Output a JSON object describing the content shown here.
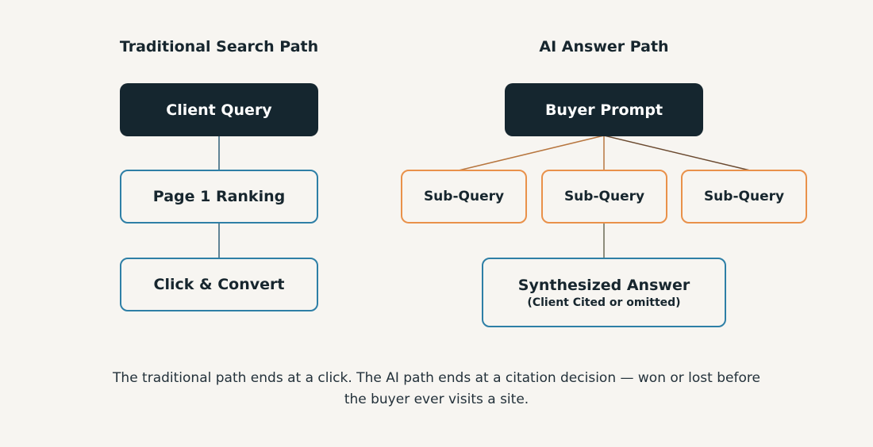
{
  "traditional": {
    "title": "Traditional Search Path",
    "nodes": {
      "client_query": "Client Query",
      "page_ranking": "Page 1 Ranking",
      "click_convert": "Click & Convert"
    }
  },
  "ai": {
    "title": "AI Answer Path",
    "nodes": {
      "buyer_prompt": "Buyer Prompt",
      "sub_query_1": "Sub-Query",
      "sub_query_2": "Sub-Query",
      "sub_query_3": "Sub-Query",
      "synthesized_answer": "Synthesized Answer",
      "synthesized_note": "(Client Cited or omitted)"
    }
  },
  "caption": {
    "line1": "The traditional path ends at a click. The AI path ends at a citation decision — won or lost before",
    "line2": "the buyer ever visits a site."
  },
  "colors": {
    "background": "#f7f5f1",
    "dark_node": "#15262f",
    "blue_border": "#2e7fa6",
    "orange_border": "#e9914a",
    "connector_dark": "#4a3a2c"
  }
}
